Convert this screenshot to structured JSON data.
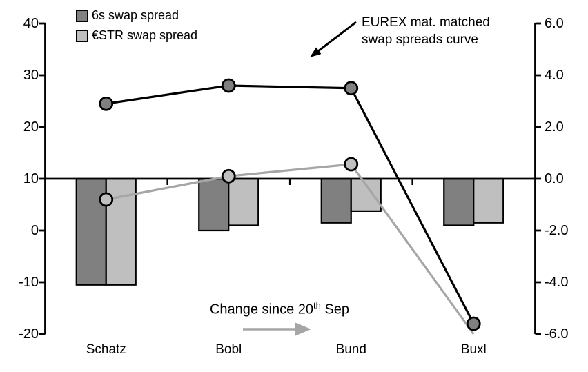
{
  "chart_data": {
    "type": "combo",
    "categories": [
      "Schatz",
      "Bobl",
      "Bund",
      "Buxl"
    ],
    "left_axis": {
      "tick_labels": [
        "40",
        "30",
        "20",
        "10",
        "0",
        "-10",
        "-20"
      ],
      "range": [
        -20,
        40
      ]
    },
    "right_axis": {
      "tick_labels": [
        "6.0",
        "4.0",
        "2.0",
        "0.0",
        "-2.0",
        "-4.0",
        "-6.0"
      ],
      "range": [
        -6.0,
        6.0
      ]
    },
    "axis_note": "zero baseline shared at left 10 / right 0.0",
    "grid": "off",
    "line_series": [
      {
        "name": "6s swap spread curve",
        "axis": "left",
        "color": "#000000",
        "marker_fill": "#808080",
        "values": [
          24.5,
          28,
          27.5,
          -18
        ],
        "markers": [
          true,
          true,
          true,
          true
        ]
      },
      {
        "name": "€STR swap spread curve",
        "axis": "left",
        "color": "#A6A6A6",
        "marker_fill": "#C0C0C0",
        "values": [
          6,
          10.5,
          12.8,
          -20
        ],
        "markers": [
          true,
          true,
          true,
          false
        ]
      }
    ],
    "bar_series": [
      {
        "name": "6s swap spread",
        "axis": "right",
        "fill": "#808080",
        "values": [
          -4.1,
          -2.0,
          -1.7,
          -1.8
        ]
      },
      {
        "name": "€STR swap spread",
        "axis": "right",
        "fill": "#BFBFBF",
        "values": [
          -4.1,
          -1.8,
          -1.25,
          -1.7
        ]
      }
    ],
    "legend": [
      {
        "label": "6s swap spread",
        "swatch": "#808080"
      },
      {
        "label": "€STR swap spread",
        "swatch": "#BFBFBF"
      }
    ],
    "annotations": {
      "curve_label": {
        "line1": "EUREX mat. matched",
        "line2": "swap spreads curve"
      },
      "change_label": {
        "prefix": "Change since 20",
        "sup": "th",
        "suffix": " Sep"
      }
    },
    "colors": {
      "black": "#000000",
      "gray_line": "#A6A6A6"
    }
  }
}
